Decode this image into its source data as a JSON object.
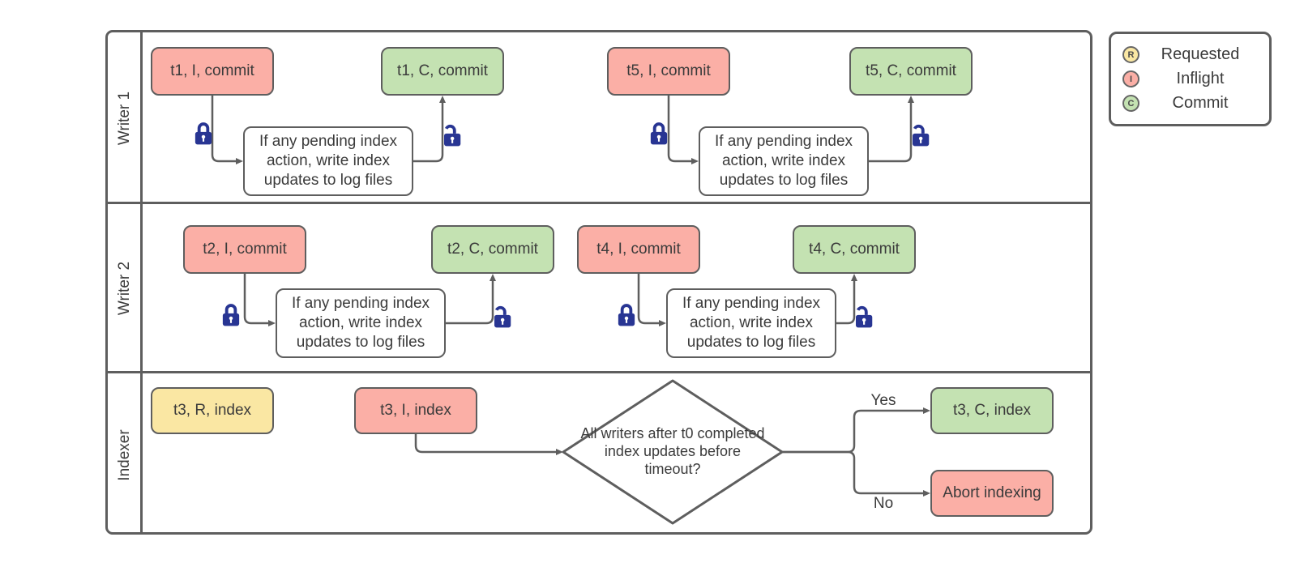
{
  "lanes": [
    {
      "label": "Writer 1"
    },
    {
      "label": "Writer 2"
    },
    {
      "label": "Indexer"
    }
  ],
  "process_label": "If any pending index action, write index updates to log files",
  "nodes": {
    "t1_inflight": "t1, I, commit",
    "t1_commit": "t1, C, commit",
    "t5_inflight": "t5, I, commit",
    "t5_commit": "t5, C, commit",
    "t2_inflight": "t2, I, commit",
    "t2_commit": "t2, C, commit",
    "t4_inflight": "t4, I, commit",
    "t4_commit": "t4, C, commit",
    "t3_requested": "t3, R, index",
    "t3_inflight": "t3, I, index",
    "t3_commit": "t3, C, index",
    "abort": "Abort indexing"
  },
  "decision": {
    "label": "All writers after t0 completed index updates before timeout?",
    "yes_label": "Yes",
    "no_label": "No"
  },
  "legend": {
    "items": [
      {
        "letter": "R",
        "label": "Requested"
      },
      {
        "letter": "I",
        "label": "Inflight"
      },
      {
        "letter": "C",
        "label": "Commit"
      }
    ]
  },
  "colors": {
    "requested": "#FAE7A3",
    "inflight": "#FBAFA6",
    "commit": "#C4E2B2",
    "stroke": "#5E5E5E",
    "lock": "#283593",
    "text": "#3B3B3B"
  }
}
